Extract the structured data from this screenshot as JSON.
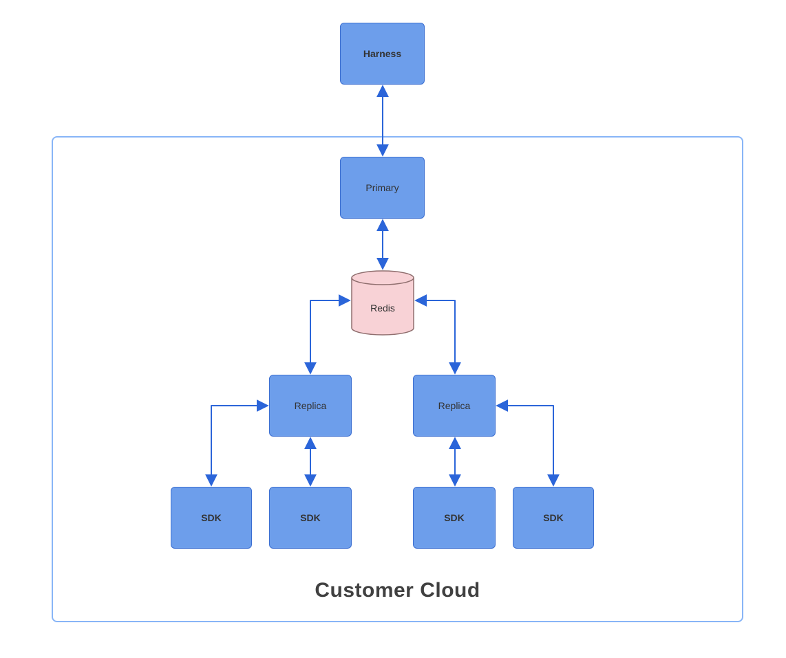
{
  "diagram": {
    "container": {
      "label": "Customer Cloud"
    },
    "nodes": {
      "harness": {
        "label": "Harness",
        "shape": "rectangle"
      },
      "primary": {
        "label": "Primary",
        "shape": "rectangle"
      },
      "redis": {
        "label": "Redis",
        "shape": "cylinder"
      },
      "replica_left": {
        "label": "Replica",
        "shape": "rectangle"
      },
      "replica_right": {
        "label": "Replica",
        "shape": "rectangle"
      },
      "sdk_1": {
        "label": "SDK",
        "shape": "rectangle"
      },
      "sdk_2": {
        "label": "SDK",
        "shape": "rectangle"
      },
      "sdk_3": {
        "label": "SDK",
        "shape": "rectangle"
      },
      "sdk_4": {
        "label": "SDK",
        "shape": "rectangle"
      }
    },
    "edges": [
      {
        "from": "harness",
        "to": "primary",
        "style": "bidirectional"
      },
      {
        "from": "primary",
        "to": "redis",
        "style": "bidirectional"
      },
      {
        "from": "redis",
        "to": "replica_left",
        "style": "bidirectional"
      },
      {
        "from": "redis",
        "to": "replica_right",
        "style": "bidirectional"
      },
      {
        "from": "replica_left",
        "to": "sdk_1",
        "style": "bidirectional"
      },
      {
        "from": "replica_left",
        "to": "sdk_2",
        "style": "bidirectional"
      },
      {
        "from": "replica_right",
        "to": "sdk_3",
        "style": "bidirectional"
      },
      {
        "from": "replica_right",
        "to": "sdk_4",
        "style": "bidirectional"
      }
    ],
    "colors": {
      "node_fill": "#6d9eeb",
      "node_border": "#3c6fd1",
      "redis_fill": "#f8d2d6",
      "redis_border": "#8f6e6e",
      "arrow": "#2b65d9",
      "container_border": "#88b5f7",
      "label_text": "#333333",
      "title_text": "#404040"
    }
  }
}
